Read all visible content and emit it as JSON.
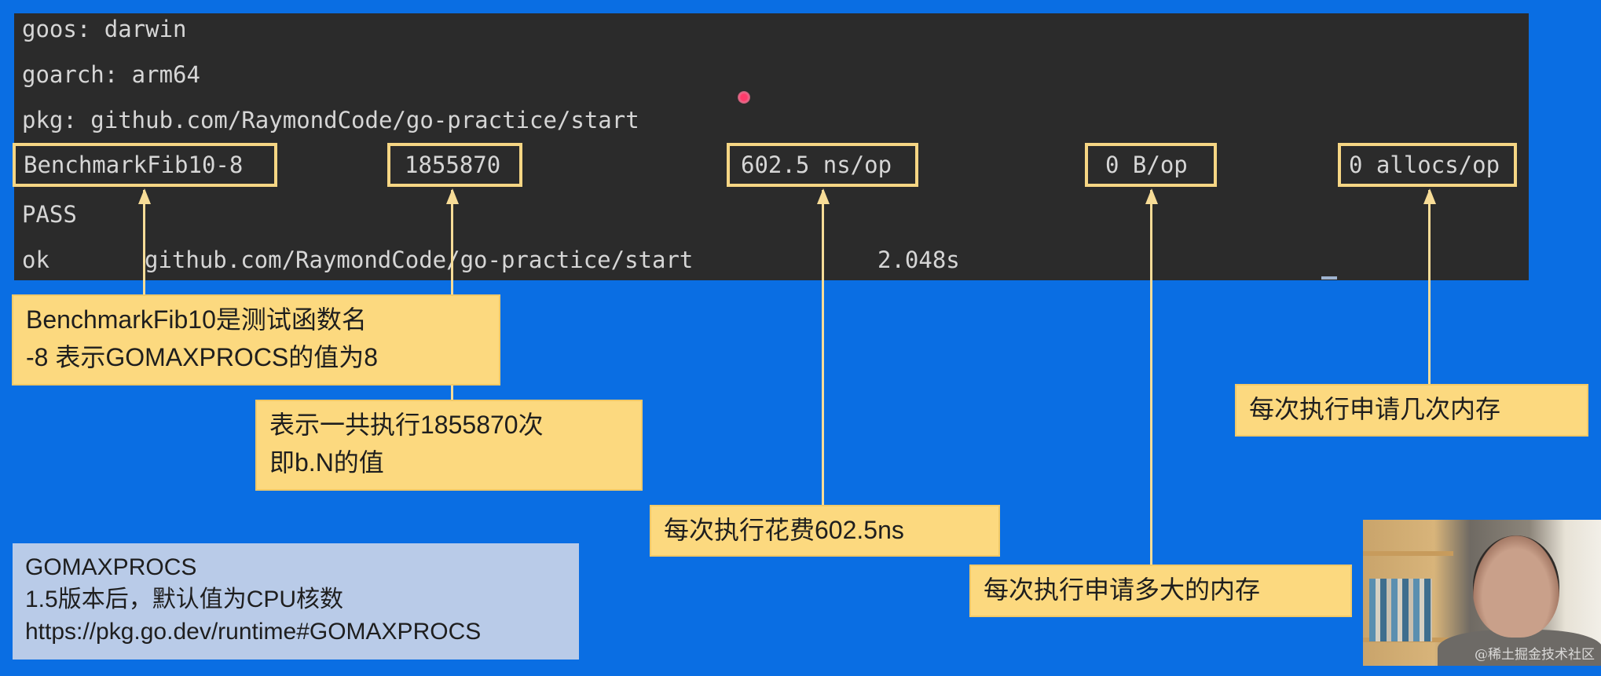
{
  "terminal": {
    "lines": {
      "goos": "goos: darwin",
      "goarch": "goarch: arm64",
      "pkg": "pkg: github.com/RaymondCode/go-practice/start",
      "pass": "PASS",
      "ok_status": "ok",
      "ok_pkg": "github.com/RaymondCode/go-practice/start",
      "ok_time": "2.048s"
    },
    "benchmark_row": {
      "name": "BenchmarkFib10-8",
      "iterations": "1855870",
      "ns_per_op": "602.5 ns/op",
      "bytes_per_op": "0 B/op",
      "allocs_per_op": "0 allocs/op"
    }
  },
  "callouts": {
    "name": [
      "BenchmarkFib10是测试函数名",
      "-8 表示GOMAXPROCS的值为8"
    ],
    "iterations": [
      "表示一共执行1855870次",
      "即b.N的值"
    ],
    "ns_per_op": "每次执行花费602.5ns",
    "bytes_per_op": "每次执行申请多大的内存",
    "allocs_per_op": "每次执行申请几次内存"
  },
  "info": {
    "title": "GOMAXPROCS",
    "line2": "1.5版本后，默认值为CPU核数",
    "link": "https://pkg.go.dev/runtime#GOMAXPROCS"
  },
  "webcam": {
    "watermark": "@稀土掘金技术社区"
  },
  "colors": {
    "background": "#0a6ee3",
    "terminal": "#2b2b2b",
    "highlight": "#f6d684",
    "callout": "#fcd97f",
    "info_box": "#b9cbe8"
  }
}
